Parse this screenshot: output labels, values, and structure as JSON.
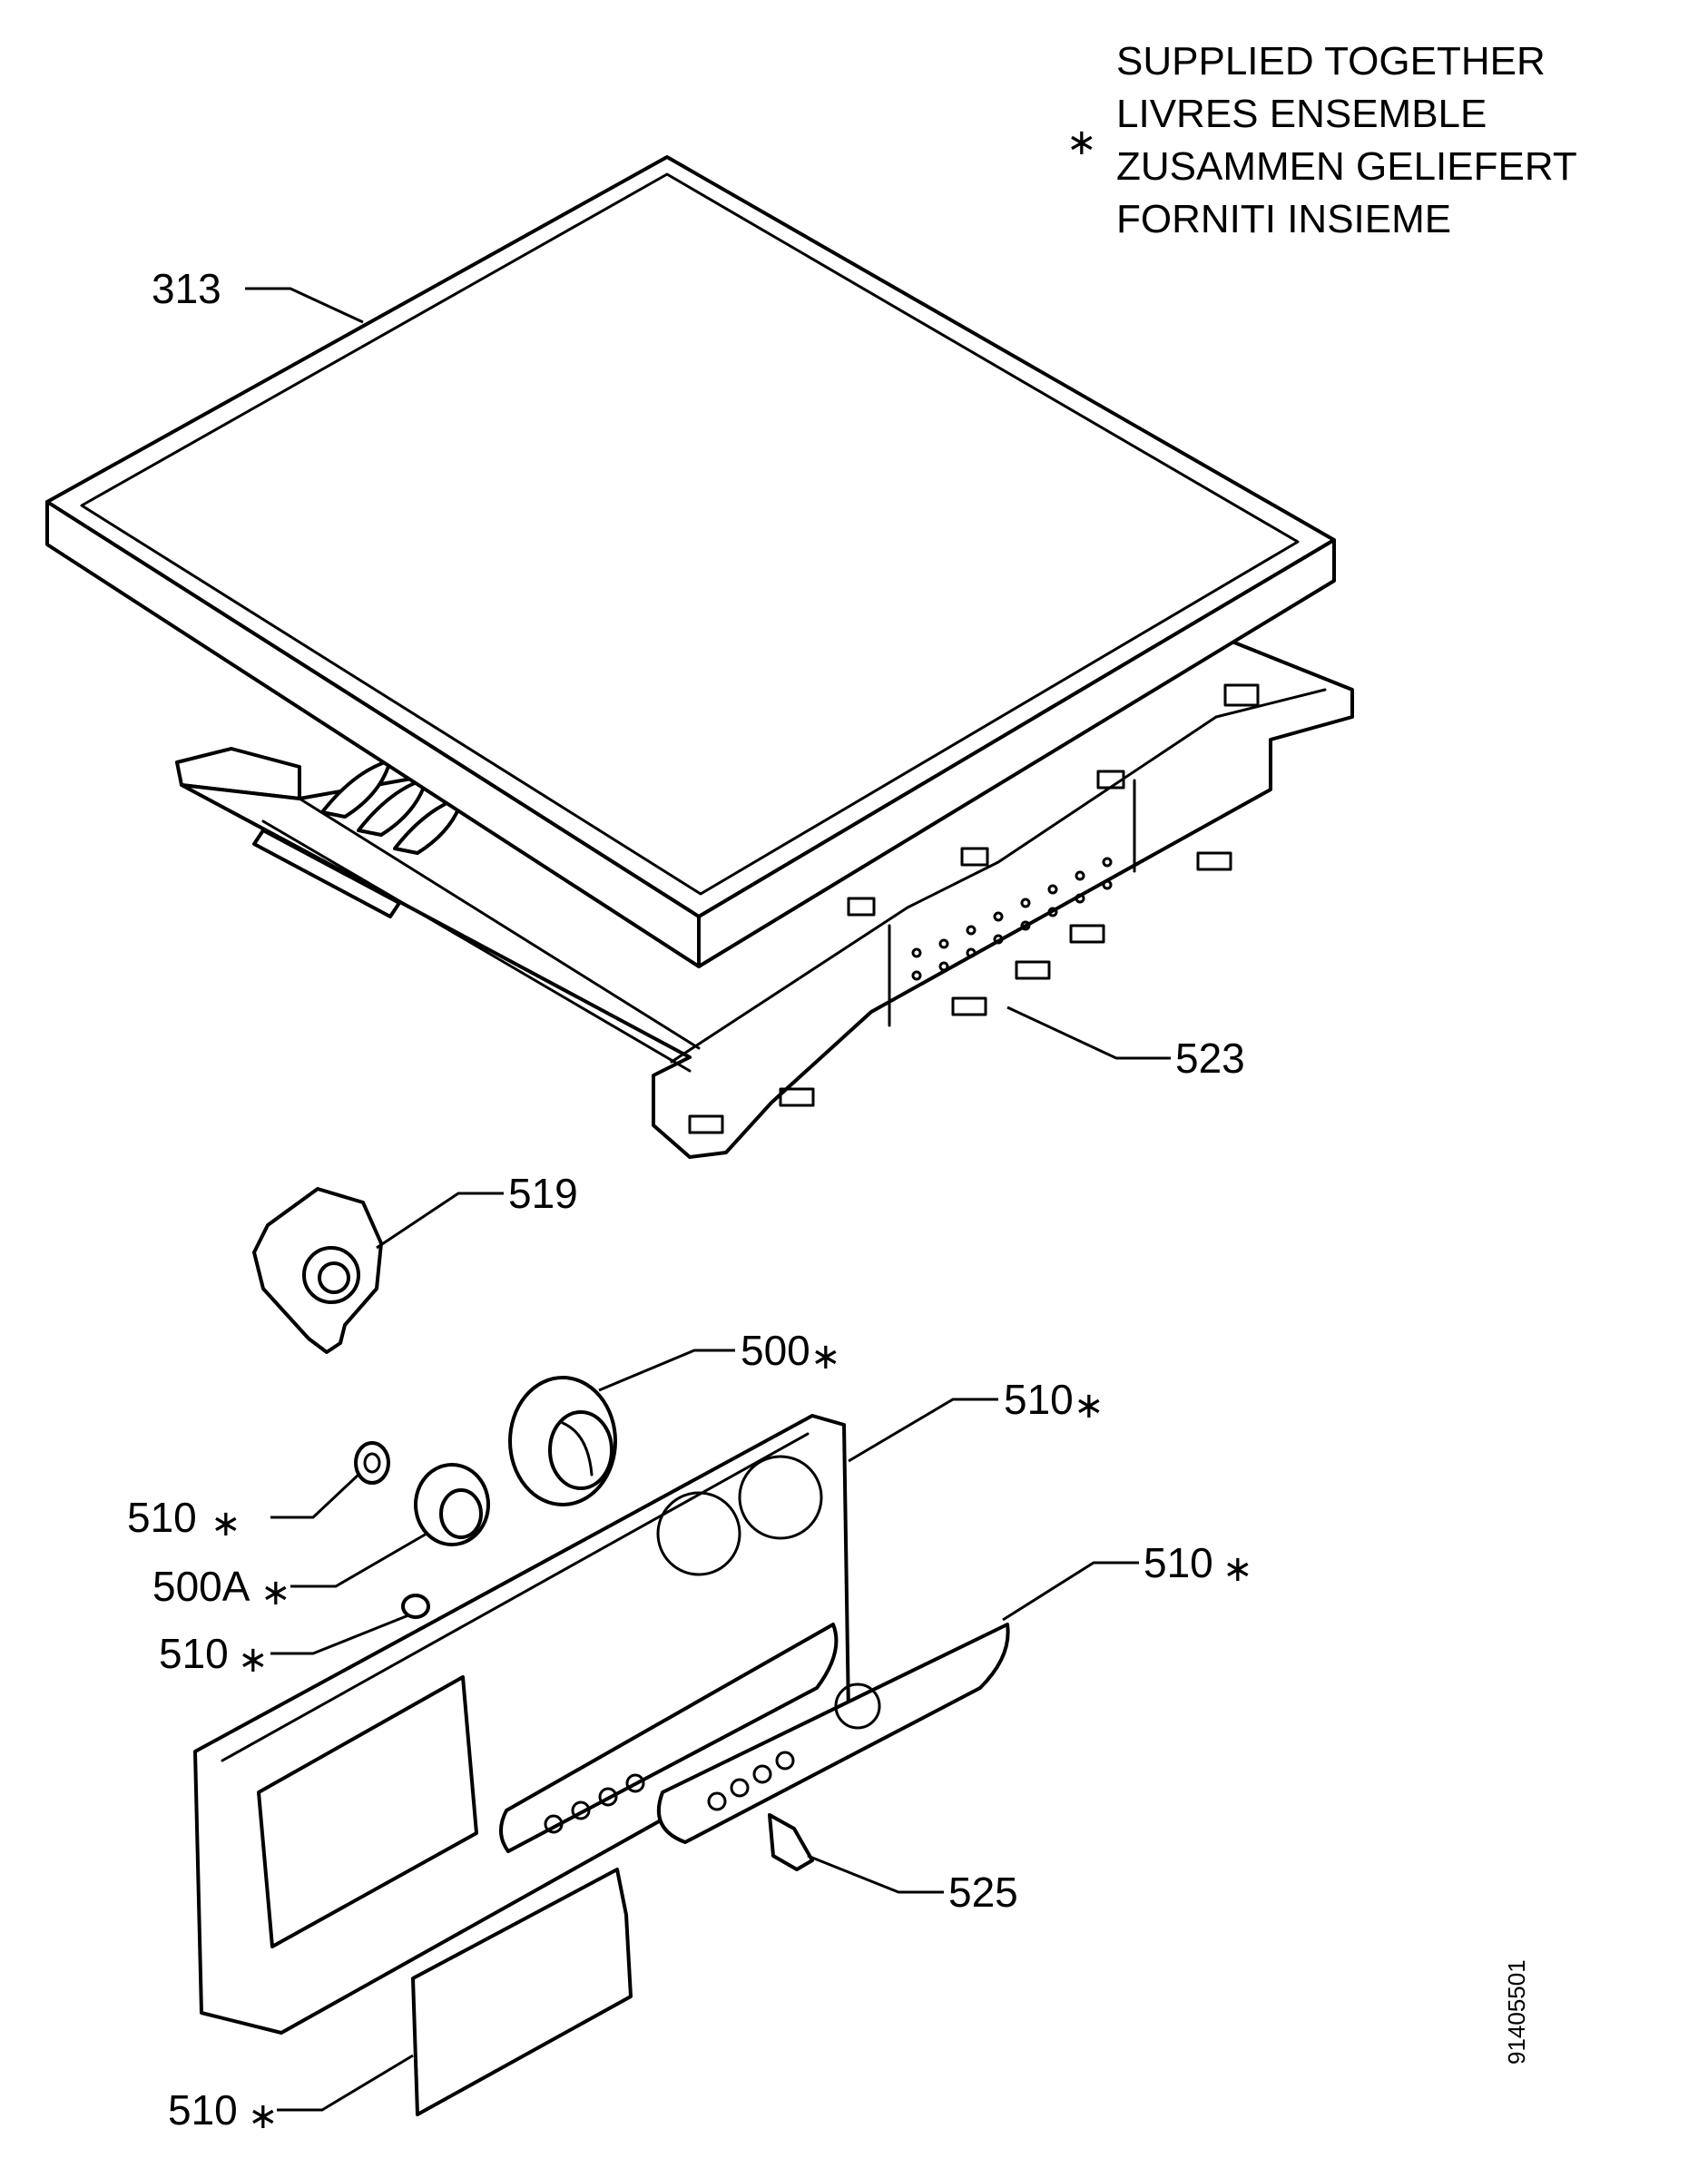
{
  "legend": {
    "symbol": "∗",
    "lines": [
      "SUPPLIED TOGETHER",
      "LIVRES ENSEMBLE",
      "ZUSAMMEN GELIEFERT",
      "FORNITI INSIEME"
    ]
  },
  "callouts": [
    {
      "id": "313",
      "text": "313",
      "star": false
    },
    {
      "id": "523",
      "text": "523",
      "star": false
    },
    {
      "id": "519",
      "text": "519",
      "star": false
    },
    {
      "id": "500",
      "text": "500",
      "star": true
    },
    {
      "id": "510a",
      "text": "510",
      "star": true
    },
    {
      "id": "510b",
      "text": "510",
      "star": true
    },
    {
      "id": "500A",
      "text": "500A",
      "star": true
    },
    {
      "id": "510c",
      "text": "510",
      "star": true
    },
    {
      "id": "510d",
      "text": "510",
      "star": true
    },
    {
      "id": "525",
      "text": "525",
      "star": false
    },
    {
      "id": "510e",
      "text": "510",
      "star": true
    }
  ],
  "document_number": "91405501"
}
